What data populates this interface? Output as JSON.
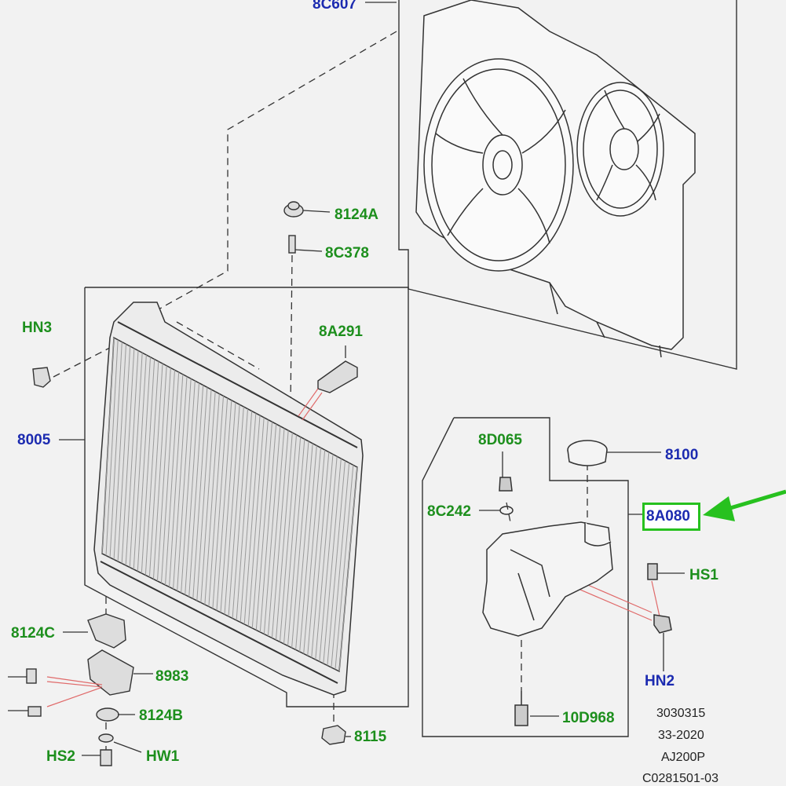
{
  "diagram": {
    "colors": {
      "green_callout": "#1d8f1d",
      "blue_callout": "#1c2bb0",
      "highlight": "#27c11f",
      "line": "#333333",
      "leader_red": "#e06a6a"
    },
    "callouts": {
      "c8C607": "8C607",
      "c8124A": "8124A",
      "c8C378": "8C378",
      "cHN3": "HN3",
      "c8A291": "8A291",
      "c8005": "8005",
      "c8D065": "8D065",
      "c8100": "8100",
      "c8C242": "8C242",
      "c8A080": "8A080",
      "cHS1": "HS1",
      "c8124C": "8124C",
      "cHN2": "HN2",
      "c8983": "8983",
      "c8124B": "8124B",
      "c10D968": "10D968",
      "c8115": "8115",
      "cHS2": "HS2",
      "cHW1": "HW1"
    },
    "footer": {
      "line1": "3030315",
      "line2": "33-2020",
      "line3": "AJ200P",
      "line4": "C0281501-03"
    },
    "icons": [
      "fan-shroud-icon",
      "radiator-icon",
      "expansion-tank-icon",
      "pointer-arrow-icon"
    ]
  }
}
